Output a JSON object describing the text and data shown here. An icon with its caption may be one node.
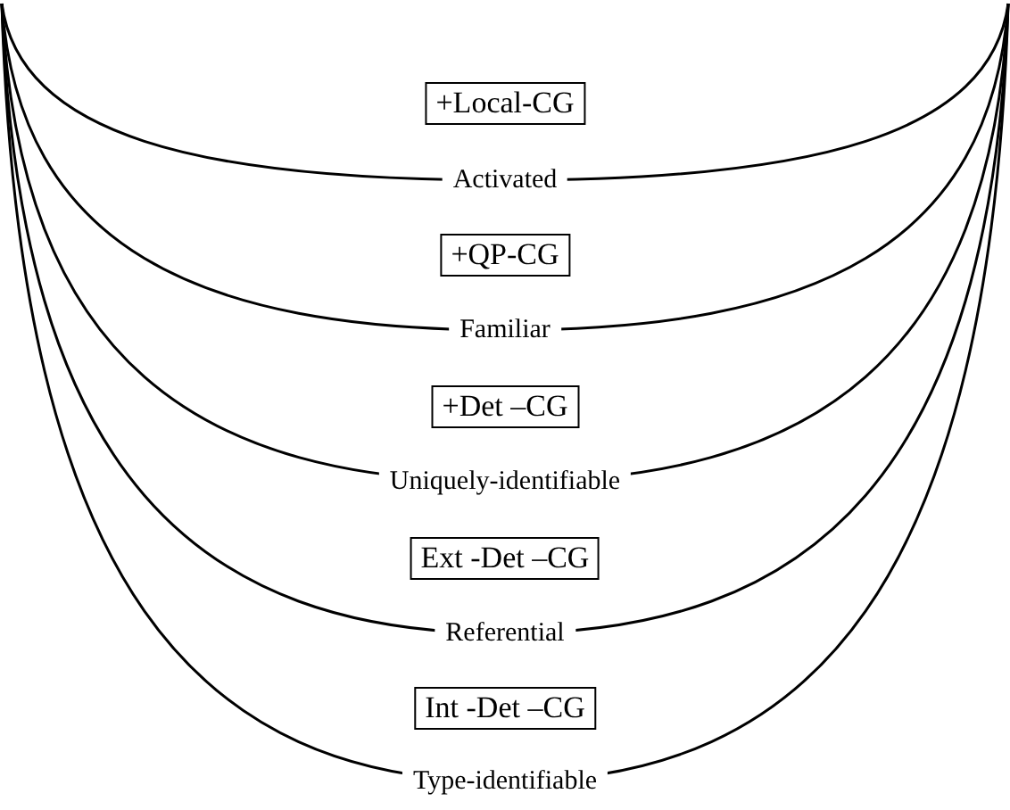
{
  "diagram": {
    "nodes": [
      {
        "text": [
          "+Local-CG"
        ]
      },
      {
        "text": [
          "+QP-CG"
        ]
      },
      {
        "text": [
          "+Det –CG"
        ]
      },
      {
        "text": [
          "Ext -Det –CG"
        ]
      },
      {
        "text": [
          "Int -Det –CG"
        ]
      }
    ],
    "labels": [
      "Activated",
      "Familiar",
      "Uniquely-identifiable",
      "Referential",
      "Type-identifiable"
    ]
  }
}
